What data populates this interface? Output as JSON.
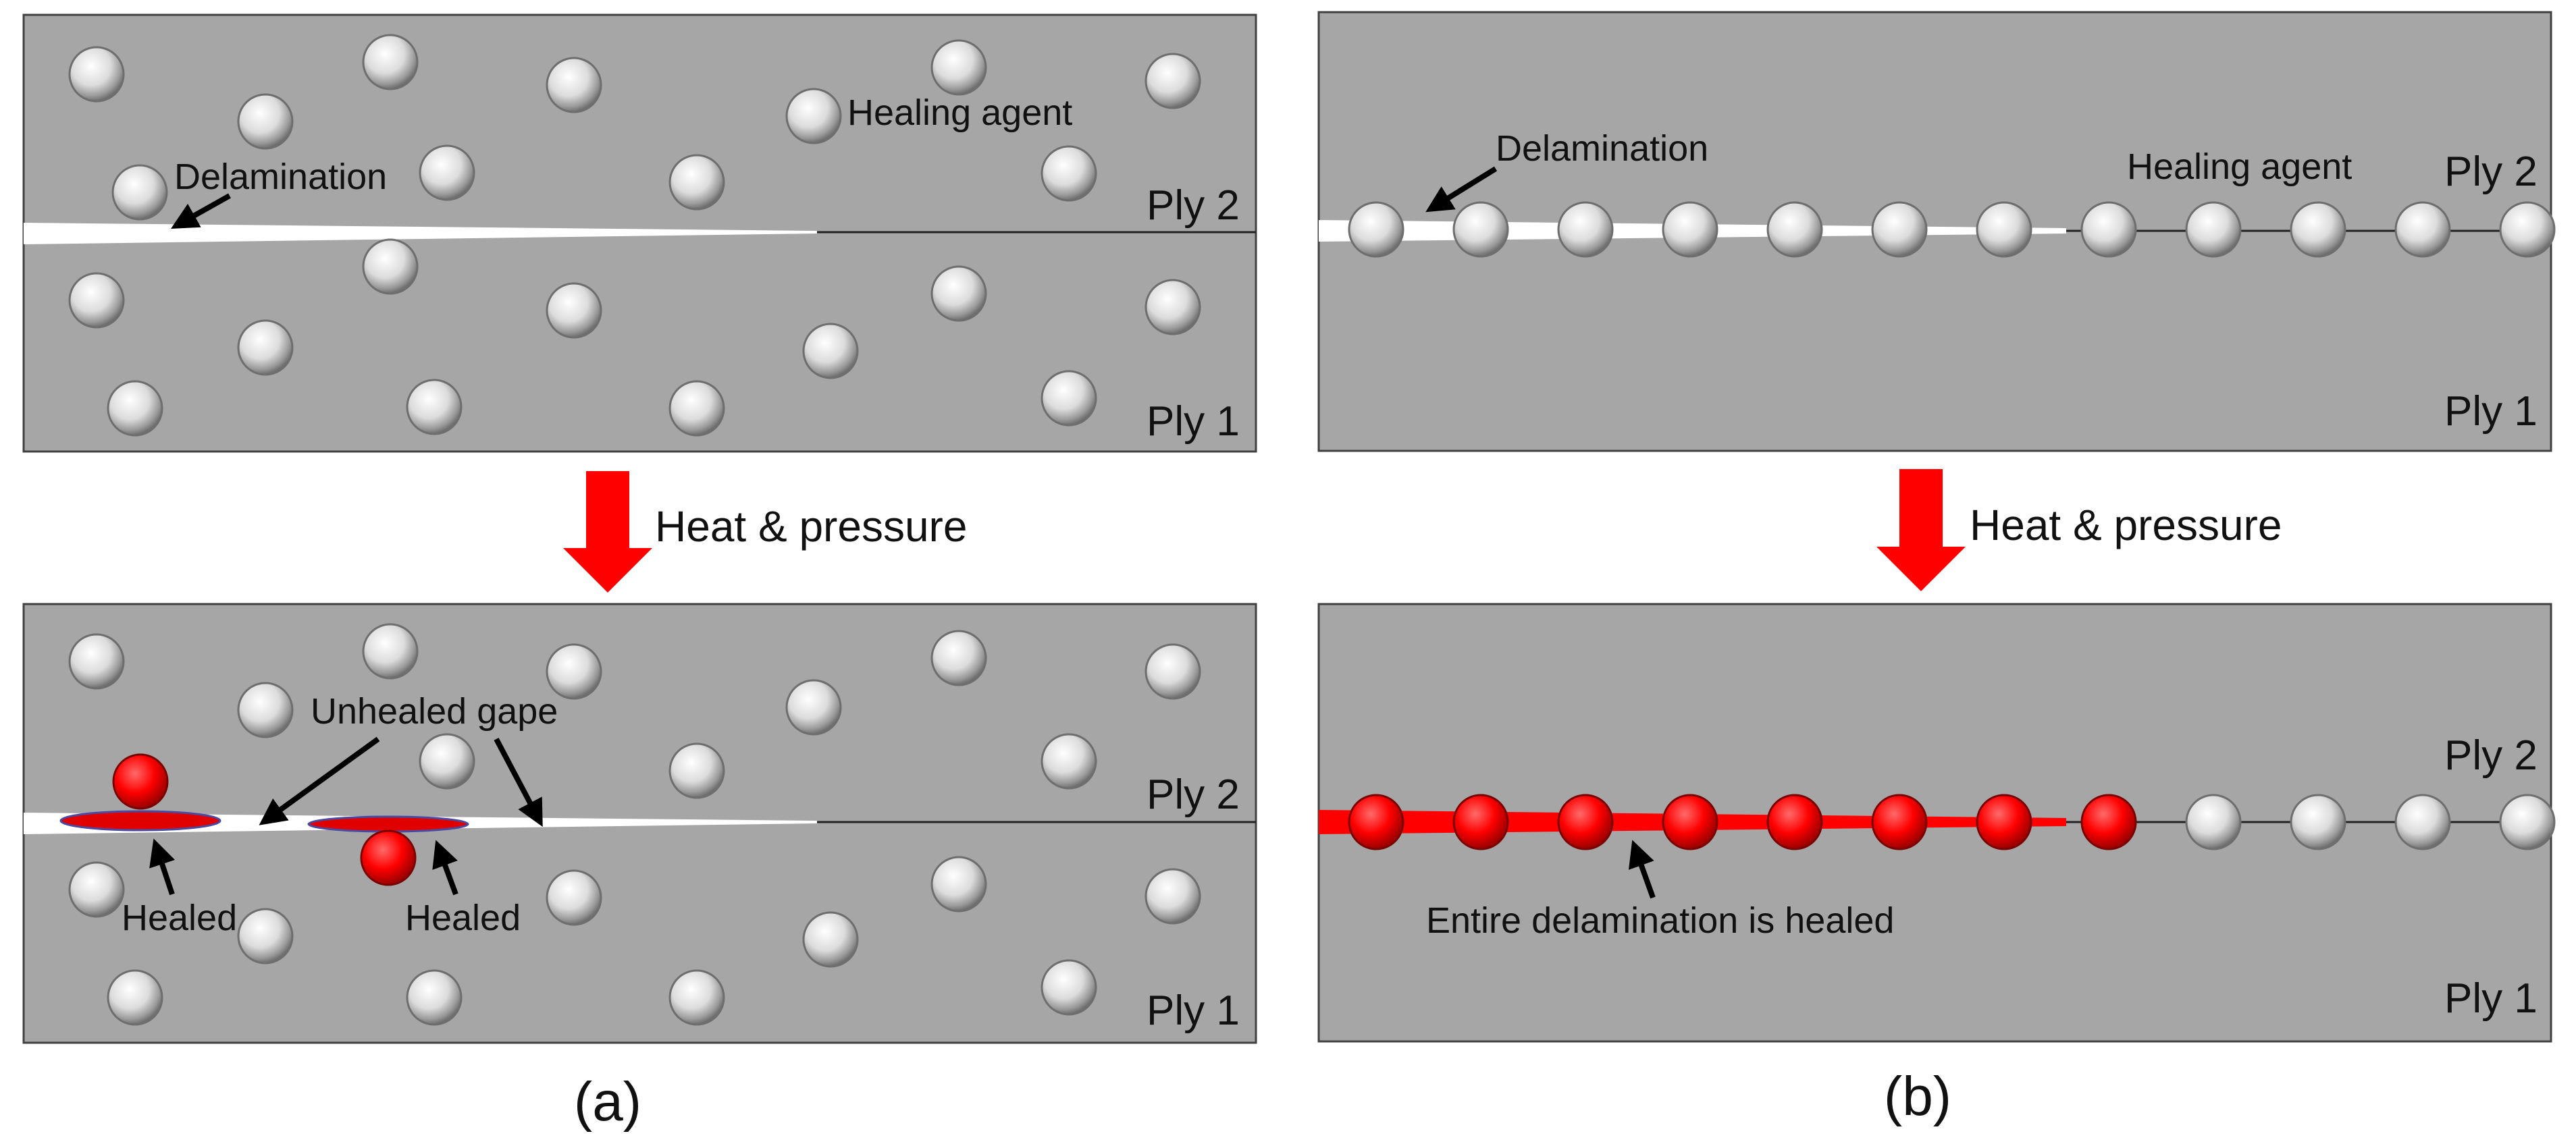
{
  "figure": {
    "panels": [
      {
        "id": "a",
        "caption": "(a)",
        "before": {
          "ply_top": "Ply 2",
          "ply_bottom": "Ply 1",
          "delamination_label": "Delamination",
          "healing_agent_label": "Healing agent"
        },
        "process_label": "Heat & pressure",
        "after": {
          "ply_top": "Ply 2",
          "ply_bottom": "Ply 1",
          "unhealed_label": "Unhealed gape",
          "healed_label_1": "Healed",
          "healed_label_2": "Healed"
        }
      },
      {
        "id": "b",
        "caption": "(b)",
        "before": {
          "ply_top": "Ply 2",
          "ply_bottom": "Ply 1",
          "delamination_label": "Delamination",
          "healing_agent_label": "Healing agent"
        },
        "process_label": "Heat & pressure",
        "after": {
          "ply_top": "Ply 2",
          "ply_bottom": "Ply 1",
          "healed_label": "Entire delamination is healed"
        }
      }
    ],
    "colors": {
      "ply": "#a6a6a6",
      "capsule": "#e6e6e6",
      "healed": "#ff0000",
      "crack": "#ffffff",
      "arrow": "#ff0000"
    }
  }
}
